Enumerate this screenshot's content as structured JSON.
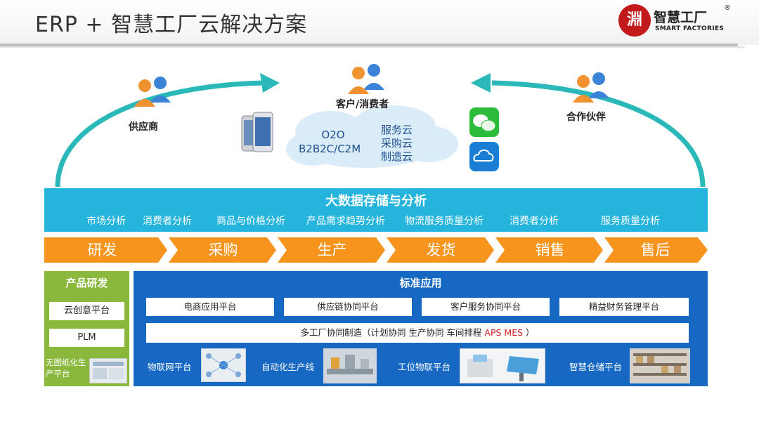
{
  "header": {
    "title": "ERP + 智慧工厂云解决方案"
  },
  "logo": {
    "glyph": "淵",
    "name": "智慧工厂",
    "registered": "®",
    "sub": "SMART FACTORIES"
  },
  "actors": {
    "supplier": "供应商",
    "customer": "客户/消费者",
    "partner": "合作伙伴"
  },
  "cloud": {
    "left": [
      "O2O",
      "B2B2C/C2M"
    ],
    "right": [
      "服务云",
      "采购云",
      "制造云"
    ]
  },
  "bigdata": {
    "title": "大数据存储与分析",
    "items": [
      "市场分析",
      "消费者分析",
      "商品与价格分析",
      "产品需求趋势分析",
      "物流服务质量分析",
      "消费者分析",
      "服务质量分析"
    ]
  },
  "stages": [
    "研发",
    "采购",
    "生产",
    "发货",
    "销售",
    "售后"
  ],
  "product_dev": {
    "title": "产品研发",
    "items": [
      "云创意平台",
      "PLM"
    ],
    "last": "无图纸化生产平台"
  },
  "standard_apps": {
    "title": "标准应用",
    "platforms": [
      "电商应用平台",
      "供应链协同平台",
      "客户服务协同平台",
      "精益财务管理平台"
    ],
    "multi_factory": {
      "prefix": "多工厂协同制造（计划协同  生产协同  车间排程  ",
      "highlight": "APS  MES",
      "suffix": "  ）"
    },
    "bottom": [
      "物联网平台",
      "自动化生产线",
      "工位物联平台",
      "智慧仓储平台"
    ]
  },
  "colors": {
    "bigdata": "#25b4dc",
    "stage": "#f7941d",
    "product_dev": "#8ab83c",
    "standard": "#1668c2",
    "arrow": "#2bb8b8"
  }
}
